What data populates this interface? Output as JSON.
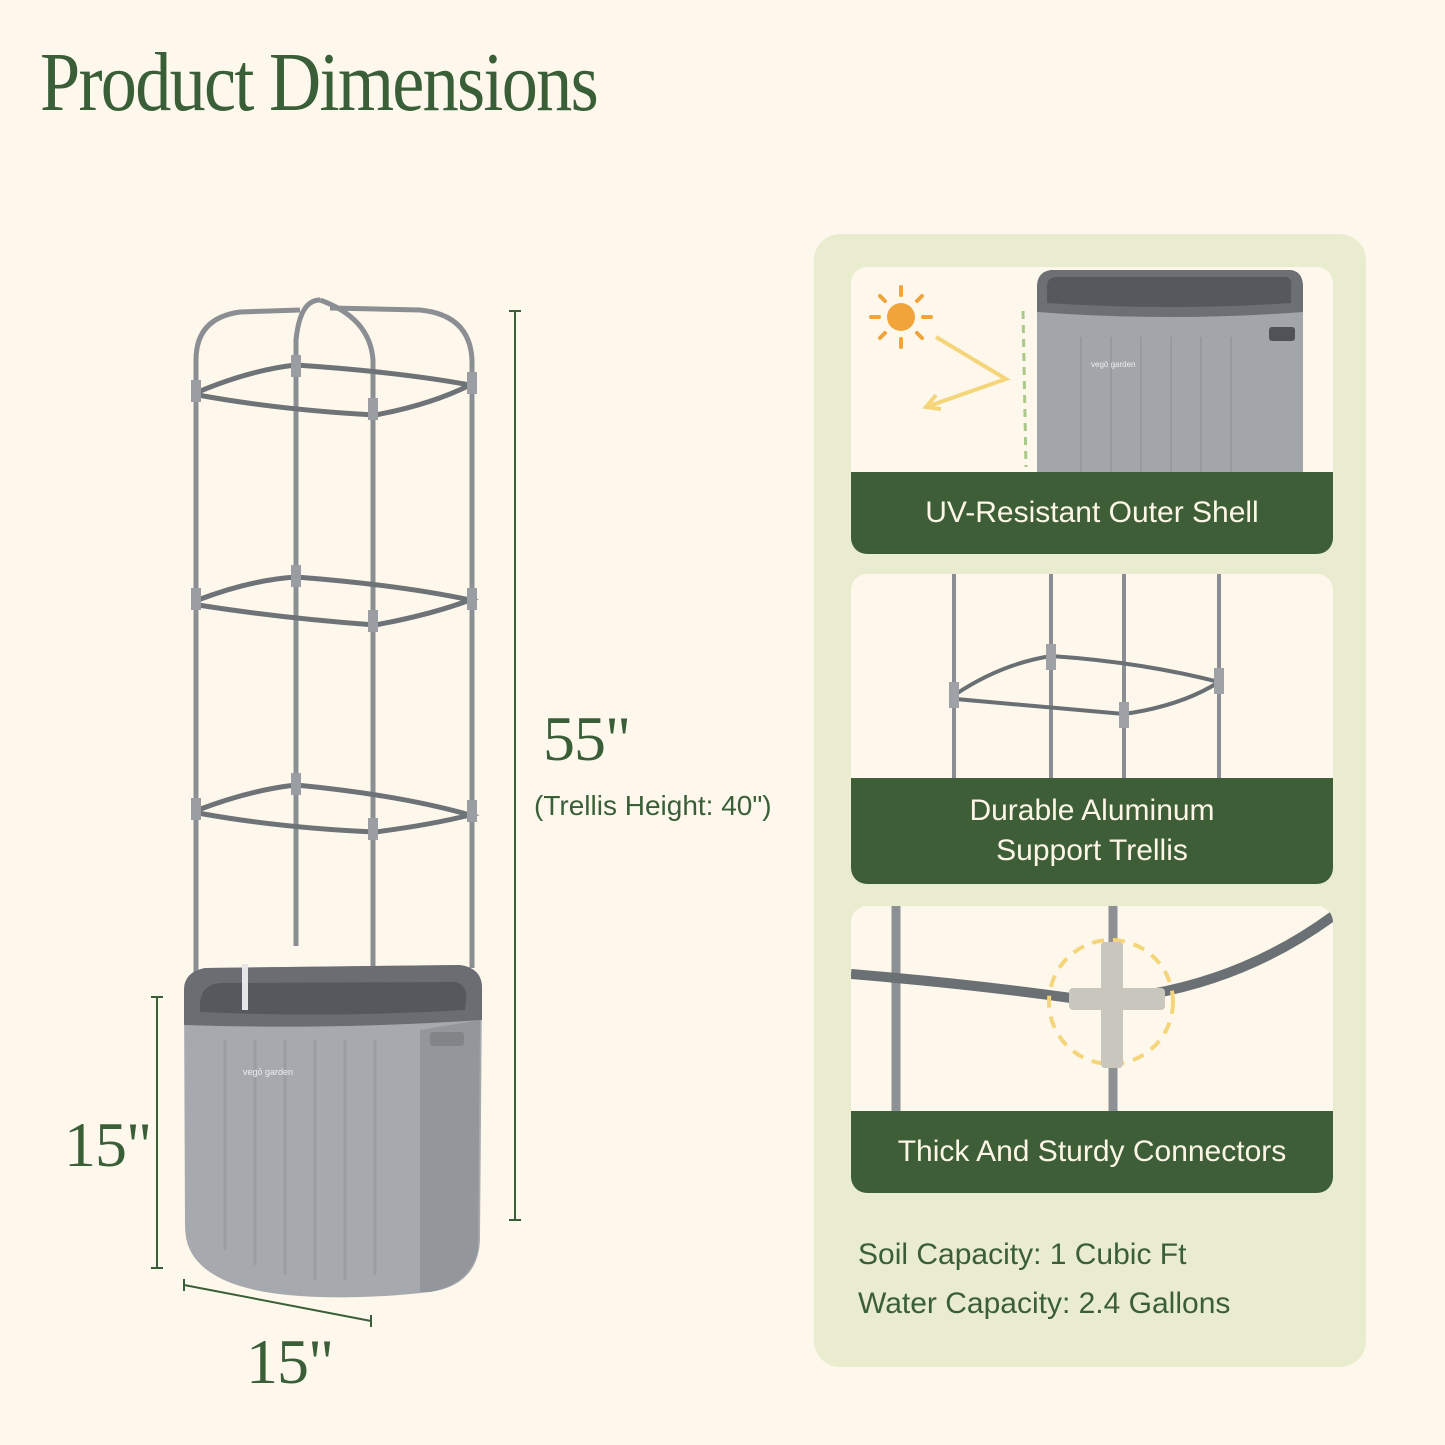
{
  "title": "Product Dimensions",
  "dimensions": {
    "height_total": "55\"",
    "trellis_height": "(Trellis Height: 40\")",
    "pot_height": "15\"",
    "pot_width": "15\""
  },
  "product": {
    "brand_mark": "vegō garden"
  },
  "features": [
    {
      "label": "UV-Resistant Outer Shell",
      "icon": "sun-reflection-icon"
    },
    {
      "label_line1": "Durable Aluminum",
      "label_line2": "Support Trellis",
      "icon": "trellis-icon"
    },
    {
      "label": "Thick And Sturdy Connectors",
      "icon": "connector-icon"
    }
  ],
  "specs": {
    "soil": "Soil Capacity: 1 Cubic Ft",
    "water": "Water Capacity: 2.4 Gallons"
  },
  "colors": {
    "background": "#fdf8eb",
    "panel": "#eaeccf",
    "accent_green": "#3d5e37",
    "sun_orange": "#f0a43a",
    "ray_yellow": "#f5d57a"
  }
}
